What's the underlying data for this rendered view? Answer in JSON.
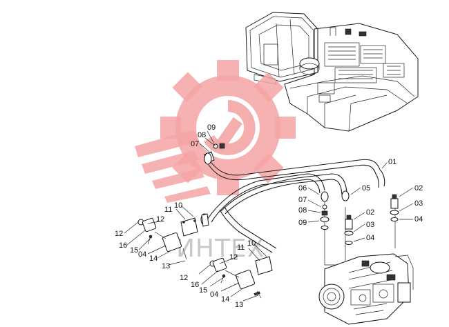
{
  "watermark": {
    "text": "ИНТЕХ",
    "logo": "gear-wrench-logo",
    "color": "#f4a5a5"
  },
  "callouts": [
    {
      "key": "c09a",
      "text": "09"
    },
    {
      "key": "c08a",
      "text": "08"
    },
    {
      "key": "c07a",
      "text": "07"
    },
    {
      "key": "c01",
      "text": "01"
    },
    {
      "key": "c06",
      "text": "06"
    },
    {
      "key": "c05",
      "text": "05"
    },
    {
      "key": "c02a",
      "text": "02"
    },
    {
      "key": "c07b",
      "text": "07"
    },
    {
      "key": "c03a",
      "text": "03"
    },
    {
      "key": "c08b",
      "text": "08"
    },
    {
      "key": "c04a",
      "text": "04"
    },
    {
      "key": "c09b",
      "text": "09"
    },
    {
      "key": "c02b",
      "text": "02"
    },
    {
      "key": "c03b",
      "text": "03"
    },
    {
      "key": "c04b",
      "text": "04"
    },
    {
      "key": "c11a",
      "text": "11"
    },
    {
      "key": "c10a",
      "text": "10"
    },
    {
      "key": "c12a",
      "text": "12"
    },
    {
      "key": "c12b",
      "text": "12"
    },
    {
      "key": "c16a",
      "text": "16"
    },
    {
      "key": "c15a",
      "text": "15"
    },
    {
      "key": "c04c",
      "text": "04"
    },
    {
      "key": "c14a",
      "text": "14"
    },
    {
      "key": "c13a",
      "text": "13"
    },
    {
      "key": "c11b",
      "text": "11"
    },
    {
      "key": "c10b",
      "text": "10"
    },
    {
      "key": "c12c",
      "text": "12"
    },
    {
      "key": "c12d",
      "text": "12"
    },
    {
      "key": "c16b",
      "text": "16"
    },
    {
      "key": "c15b",
      "text": "15"
    },
    {
      "key": "c04d",
      "text": "04"
    },
    {
      "key": "c14b",
      "text": "14"
    },
    {
      "key": "c13b",
      "text": "13"
    }
  ]
}
